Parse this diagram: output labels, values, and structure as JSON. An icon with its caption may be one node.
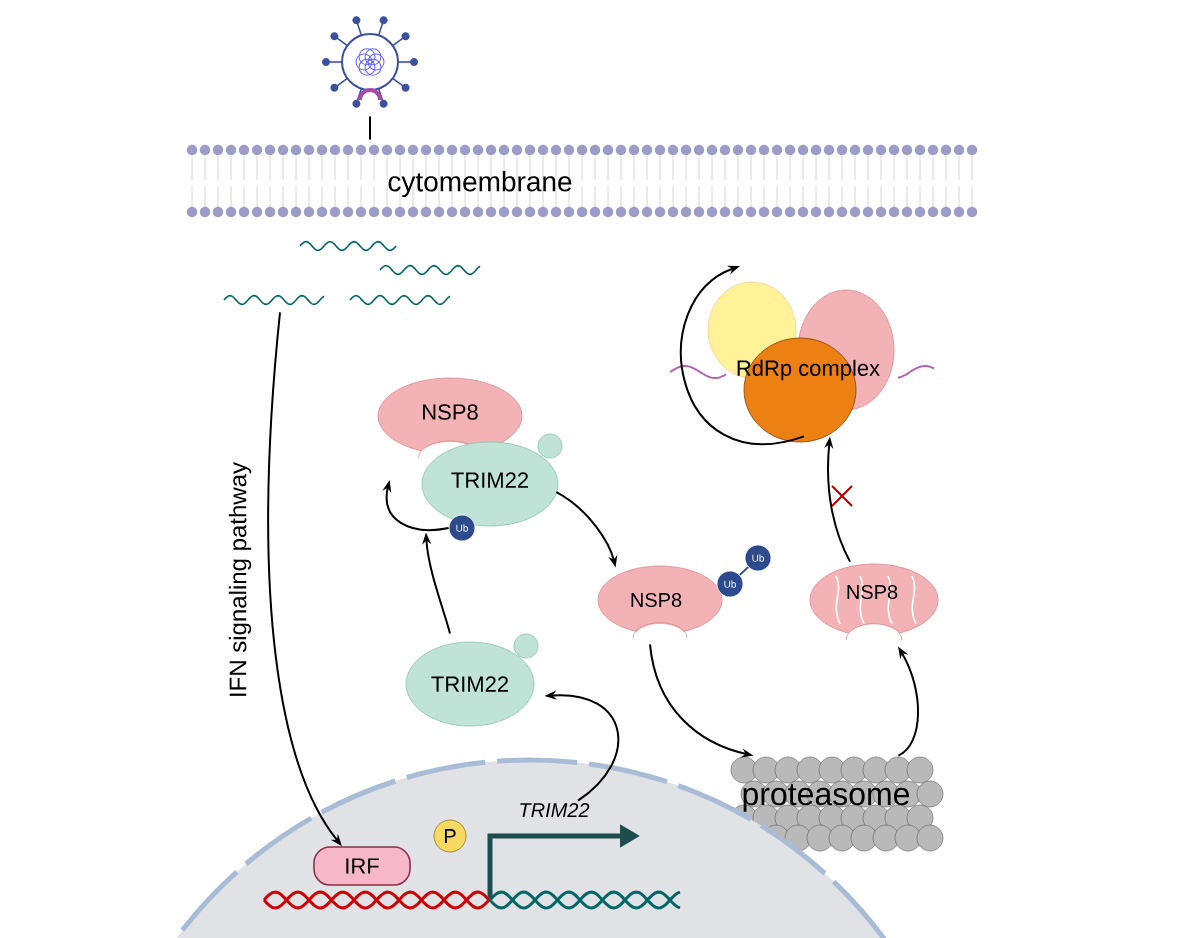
{
  "diagram": {
    "nodes": [
      {
        "text": [
          "cytomembrane"
        ]
      },
      {
        "text": [],
        "shape": "picture"
      },
      {
        "text": [],
        "shape": "picture"
      },
      {
        "text": [
          "NSP8",
          "TRIM22"
        ]
      },
      {
        "text": [
          "Ub"
        ]
      },
      {
        "text": [
          "TRIM22"
        ]
      },
      {
        "text": [
          "NSP8"
        ]
      },
      {
        "text": [
          "Ub"
        ]
      },
      {
        "text": [
          "Ub"
        ]
      },
      {
        "text": [
          "proteasome"
        ]
      },
      {
        "text": [
          "NSP8"
        ]
      },
      {
        "text": [
          "RdRp complex"
        ]
      },
      {
        "text": [],
        "shape": "circle"
      },
      {
        "text": [
          "IRF"
        ],
        "in": 12
      },
      {
        "text": [
          "P"
        ],
        "in": 12
      },
      {
        "text": [
          "TRIM22"
        ],
        "in": 12
      }
    ],
    "edges": [
      {
        "from": 2,
        "to": 13,
        "arrow": "to",
        "label": "IFN signaling pathway"
      },
      {
        "from": 15,
        "to": 5,
        "arrow": "to"
      },
      {
        "from": 5,
        "to": 3,
        "arrow": "to"
      },
      {
        "from": 4,
        "to": 3,
        "arrow": "to"
      },
      {
        "from": 3,
        "to": 6,
        "arrow": "to"
      },
      {
        "from": 6,
        "to": 9,
        "arrow": "to"
      },
      {
        "from": 9,
        "to": 10,
        "arrow": "to"
      },
      {
        "from": 10,
        "to": 11,
        "arrow": "to"
      },
      {
        "from": 1,
        "to": 0,
        "arrow": "none"
      },
      {
        "from": 7,
        "to": 8,
        "arrow": "none",
        "color": "#2d4b8c"
      },
      {
        "from": 11,
        "to": null,
        "arrow": "to"
      }
    ]
  }
}
